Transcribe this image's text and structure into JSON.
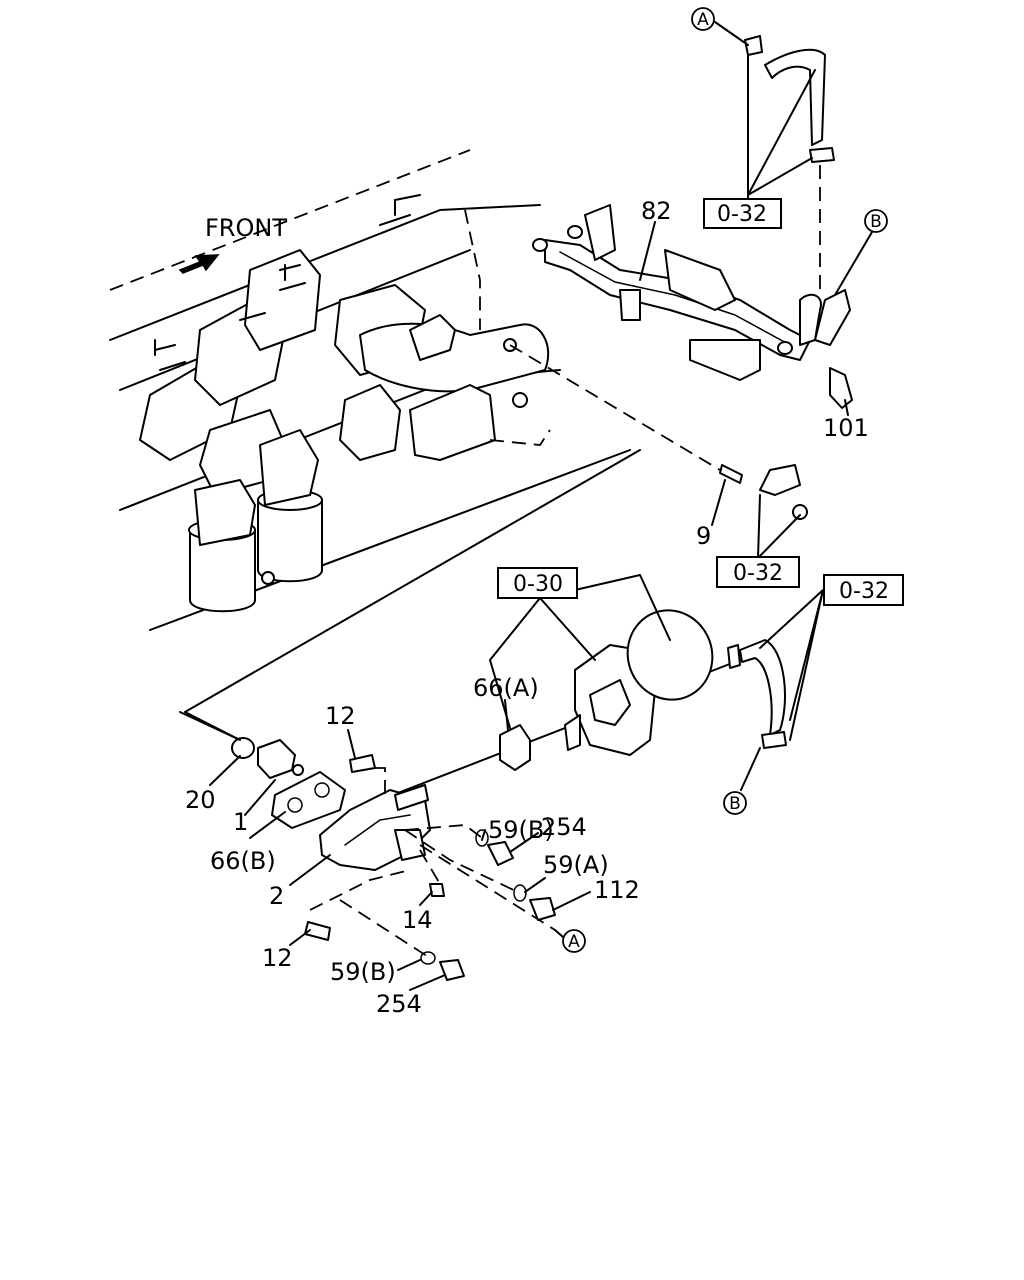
{
  "direction_label": "FRONT",
  "colors": {
    "line": "#000000",
    "background": "#ffffff"
  },
  "references": {
    "ref_o32_top": "0-32",
    "ref_o32_mid": "0-32",
    "ref_o32_right": "0-32",
    "ref_o30": "0-30"
  },
  "connectors": {
    "a_top": "A",
    "b_top": "B",
    "b_bottom": "B",
    "a_bottom": "A"
  },
  "callouts": {
    "c82": "82",
    "c101": "101",
    "c9": "9",
    "c66a": "66(A)",
    "c12a": "12",
    "c20": "20",
    "c1": "1",
    "c66b": "66(B)",
    "c2": "2",
    "c59b_top": "59(B)",
    "c254_top": "254",
    "c59a": "59(A)",
    "c112": "112",
    "c14": "14",
    "c12b": "12",
    "c59b_bottom": "59(B)",
    "c254_bottom": "254"
  }
}
